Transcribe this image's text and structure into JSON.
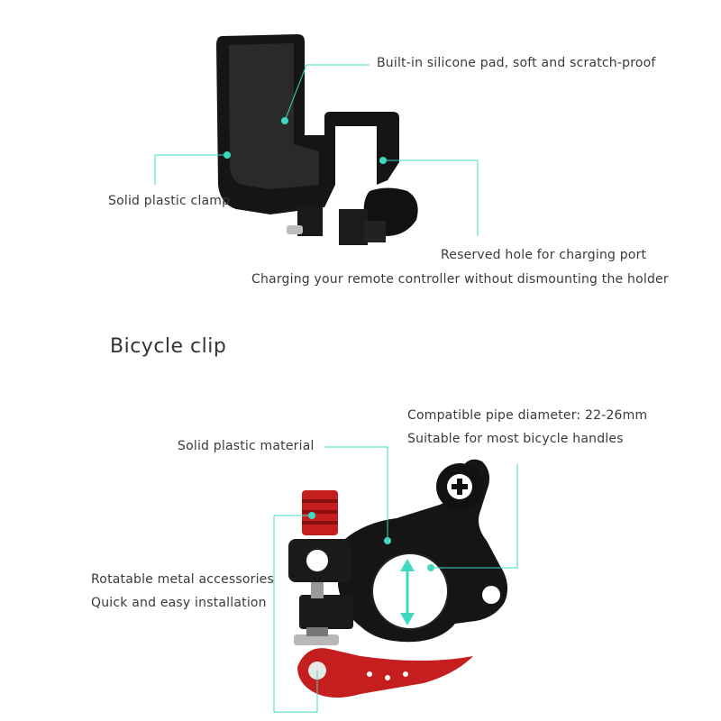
{
  "phone_holder": {
    "callouts": {
      "pad": "Built-in silicone pad, soft and scratch-proof",
      "clamp": "Solid plastic clamp",
      "hole_title": "Reserved hole for charging port",
      "hole_detail": "Charging your remote controller without dismounting the holder"
    }
  },
  "bicycle": {
    "heading": "Bicycle clip",
    "callouts": {
      "pipe_title": "Compatible pipe diameter: 22-26mm",
      "pipe_detail": "Suitable for most bicycle handles",
      "material": "Solid plastic material",
      "accessories_title": "Rotatable metal accessories",
      "accessories_detail": "Quick and easy installation"
    }
  },
  "colors": {
    "accent": "#3fd8c0",
    "product_black": "#1a1a1a",
    "metal_red": "#c41e1e"
  },
  "icons": [
    "cross-knob-icon"
  ]
}
